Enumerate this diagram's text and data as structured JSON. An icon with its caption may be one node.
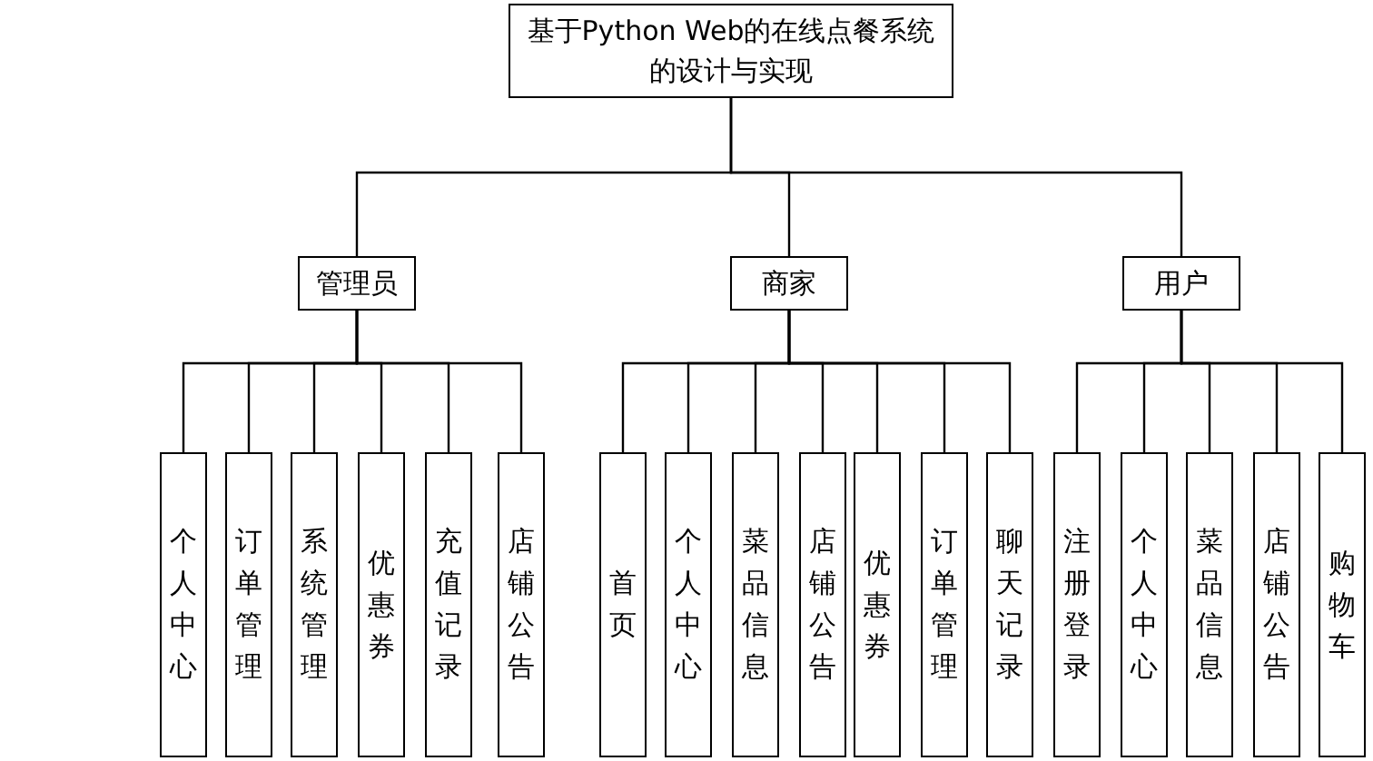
{
  "diagram": {
    "nodes": [
      {
        "text": [
          "基于Python Web的在线点餐系统的设计与实现"
        ]
      },
      {
        "text": [
          "管理员"
        ]
      },
      {
        "text": [
          "商家"
        ]
      },
      {
        "text": [
          "用户"
        ]
      },
      {
        "text": [
          "个人中心"
        ]
      },
      {
        "text": [
          "订单管理"
        ]
      },
      {
        "text": [
          "系统管理"
        ]
      },
      {
        "text": [
          "优惠券"
        ]
      },
      {
        "text": [
          "充值记录"
        ]
      },
      {
        "text": [
          "店铺公告"
        ]
      },
      {
        "text": [
          "首页"
        ]
      },
      {
        "text": [
          "个人中心"
        ]
      },
      {
        "text": [
          "菜品信息"
        ]
      },
      {
        "text": [
          "店铺公告"
        ]
      },
      {
        "text": [
          "优惠券"
        ]
      },
      {
        "text": [
          "订单管理"
        ]
      },
      {
        "text": [
          "聊天记录"
        ]
      },
      {
        "text": [
          "注册登录"
        ]
      },
      {
        "text": [
          "个人中心"
        ]
      },
      {
        "text": [
          "菜品信息"
        ]
      },
      {
        "text": [
          "店铺公告"
        ]
      },
      {
        "text": [
          "购物车"
        ]
      }
    ],
    "edges": [
      {
        "from": 0,
        "to": 1,
        "arrow": "none"
      },
      {
        "from": 0,
        "to": 2,
        "arrow": "none"
      },
      {
        "from": 0,
        "to": 3,
        "arrow": "none"
      },
      {
        "from": 1,
        "to": 4,
        "arrow": "none"
      },
      {
        "from": 1,
        "to": 5,
        "arrow": "none"
      },
      {
        "from": 1,
        "to": 6,
        "arrow": "none"
      },
      {
        "from": 1,
        "to": 7,
        "arrow": "none"
      },
      {
        "from": 1,
        "to": 8,
        "arrow": "none"
      },
      {
        "from": 1,
        "to": 9,
        "arrow": "none"
      },
      {
        "from": 2,
        "to": 10,
        "arrow": "none"
      },
      {
        "from": 2,
        "to": 11,
        "arrow": "none"
      },
      {
        "from": 2,
        "to": 12,
        "arrow": "none"
      },
      {
        "from": 2,
        "to": 13,
        "arrow": "none"
      },
      {
        "from": 2,
        "to": 14,
        "arrow": "none"
      },
      {
        "from": 2,
        "to": 15,
        "arrow": "none"
      },
      {
        "from": 2,
        "to": 16,
        "arrow": "none"
      },
      {
        "from": 3,
        "to": 17,
        "arrow": "none"
      },
      {
        "from": 3,
        "to": 18,
        "arrow": "none"
      },
      {
        "from": 3,
        "to": 19,
        "arrow": "none"
      },
      {
        "from": 3,
        "to": 20,
        "arrow": "none"
      },
      {
        "from": 3,
        "to": 21,
        "arrow": "none"
      }
    ]
  }
}
